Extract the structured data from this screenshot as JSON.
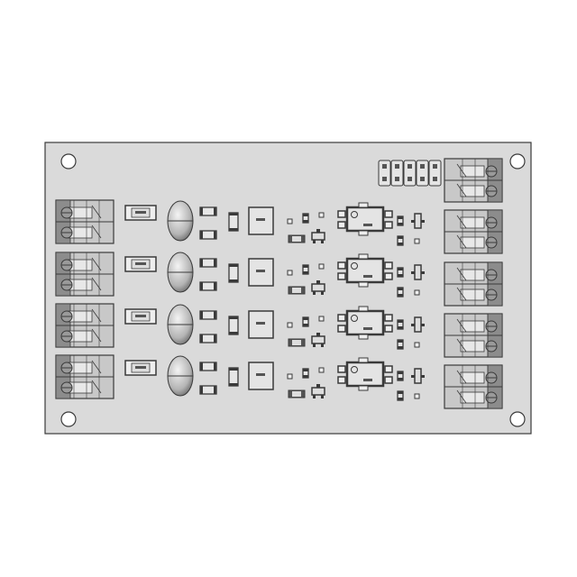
{
  "colors": {
    "background": "#ffffff",
    "board_fill": "#dadada",
    "outline": "#3a3a3a",
    "terminal_dark": "#8c8c8c",
    "terminal_light": "#c8c8c8",
    "mounting_hole": "#ffffff"
  },
  "board": {
    "channels": 4,
    "header_pins": 10,
    "left_terminal_blocks": 4,
    "right_terminal_blocks": 5,
    "mounting_holes": 4
  }
}
